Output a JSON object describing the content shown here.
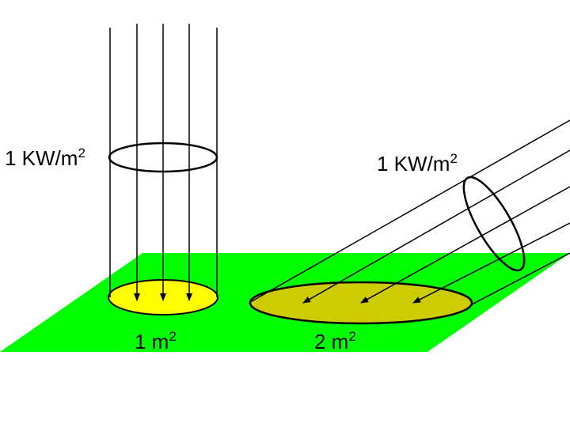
{
  "labels": {
    "flux_vertical": {
      "text": "1 KW/m",
      "exp": "2"
    },
    "flux_slanted": {
      "text": "1 KW/m",
      "exp": "2"
    },
    "area_small": {
      "text": "1 m",
      "exp": "2"
    },
    "area_large": {
      "text": "2 m",
      "exp": "2"
    }
  },
  "colors": {
    "ground": "#00ff00",
    "spot_small": "#ffff00",
    "spot_large": "#cccc00",
    "lines": "#000000"
  }
}
